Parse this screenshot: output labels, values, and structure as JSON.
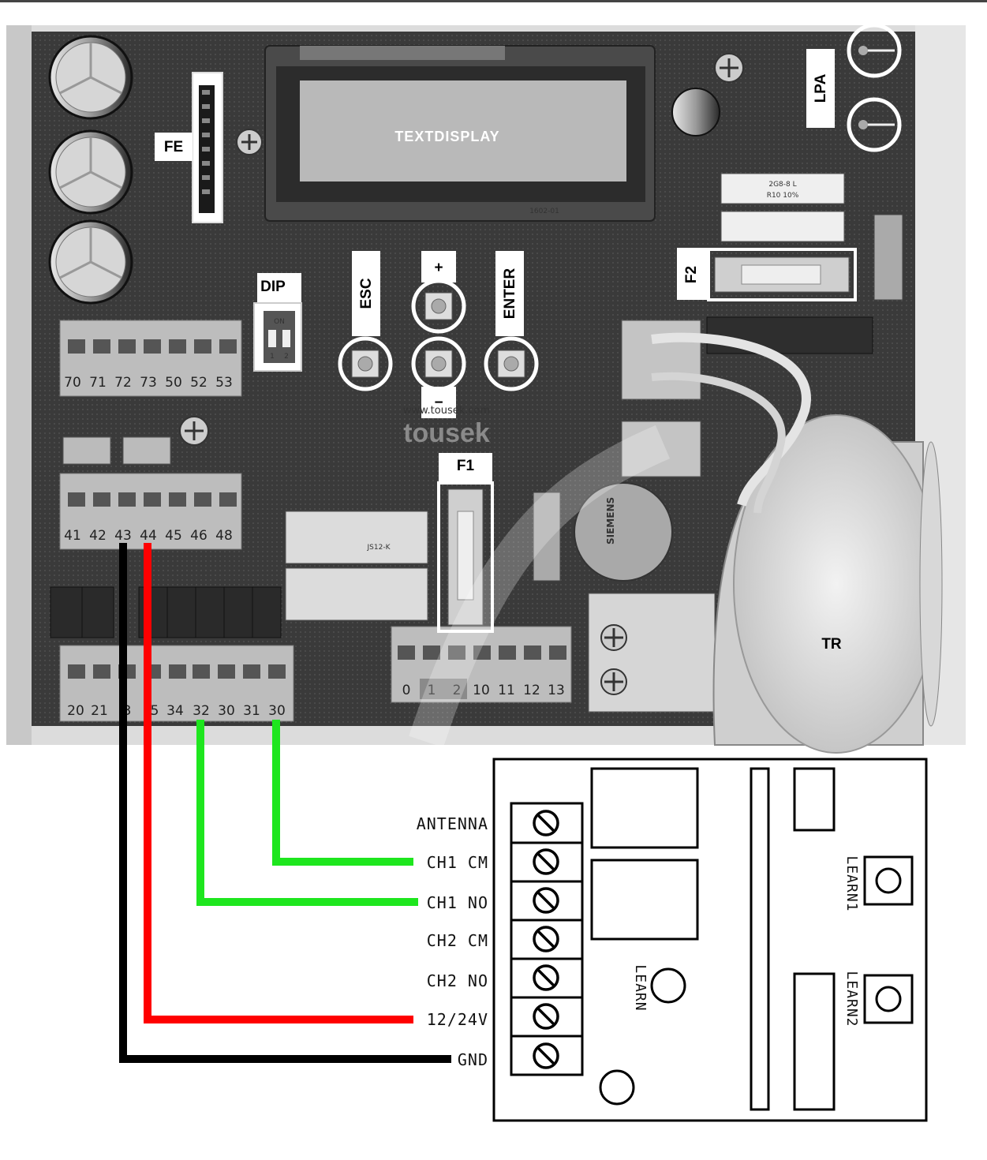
{
  "board": {
    "display_label": "TEXTDISPLAY",
    "fe_label": "FE",
    "dip_label": "DIP",
    "dip_on": "ON",
    "dip_numbers": [
      "1",
      "2"
    ],
    "esc_label": "ESC",
    "plus_label": "+",
    "minus_label": "−",
    "enter_label": "ENTER",
    "lpa_label": "LPA",
    "f1_label": "F1",
    "f2_label": "F2",
    "tr_label": "TR",
    "brand_logo": "tousek",
    "brand_url": "www.tousek.com",
    "transformer_brand": "SIEMENS",
    "relay_marking": "JS12-K",
    "terminal_top": [
      "70",
      "71",
      "72",
      "73",
      "50",
      "52",
      "53"
    ],
    "terminal_mid": [
      "41",
      "42",
      "43",
      "44",
      "45",
      "46",
      "48"
    ],
    "terminal_bottom": [
      "20",
      "21",
      "3",
      "5",
      "34",
      "32",
      "30",
      "31",
      "30"
    ],
    "terminal_center": [
      "0",
      "1",
      "2",
      "10",
      "11",
      "12",
      "13"
    ],
    "resistor_marking": "2G8-8 L",
    "resistor_sub": "R10 10%",
    "lcd_code": "1602-01"
  },
  "receiver": {
    "terminals": [
      "ANTENNA",
      "CH1 CM",
      "CH1 NO",
      "CH2 CM",
      "CH2 NO",
      "12/24V",
      "GND"
    ],
    "learn_label": "LEARN",
    "learn1_label": "LEARN1",
    "learn2_label": "LEARN2"
  },
  "wire_colors": {
    "ch1_cm": "#1ee61e",
    "ch1_no": "#1ee61e",
    "power": "#ff0000",
    "ground": "#000000"
  }
}
